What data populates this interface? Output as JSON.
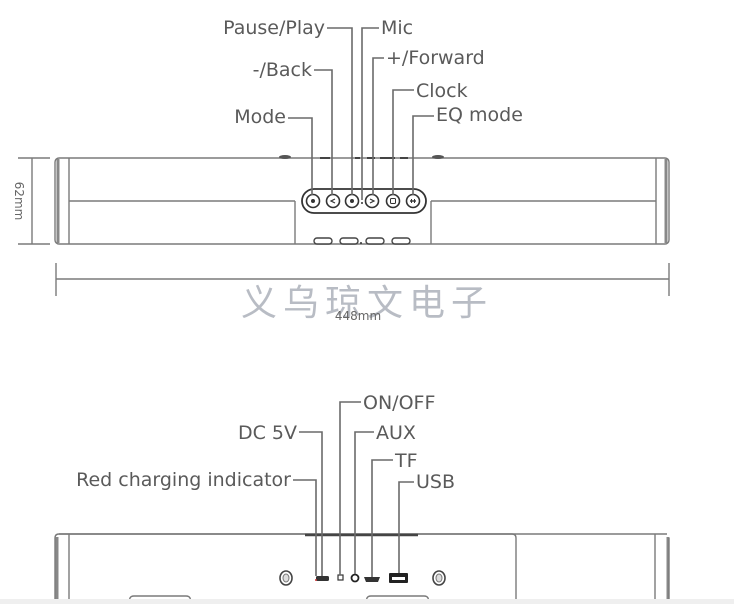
{
  "top_view": {
    "labels": {
      "pause_play": "Pause/Play",
      "mic": "Mic",
      "back": "-/Back",
      "forward": "+/Forward",
      "clock": "Clock",
      "mode": "Mode",
      "eq_mode": "EQ mode"
    },
    "height_dimension": "62mm",
    "width_dimension": "448mm"
  },
  "watermark": "义乌琼文电子",
  "rear_view": {
    "labels": {
      "on_off": "ON/OFF",
      "dc_5v": "DC 5V",
      "aux": "AUX",
      "tf": "TF",
      "red_charging_indicator": "Red charging indicator",
      "usb": "USB"
    }
  },
  "colors": {
    "line": "#6a6a6a",
    "text": "#5a5a5a",
    "watermark": "#b8bcc4"
  }
}
